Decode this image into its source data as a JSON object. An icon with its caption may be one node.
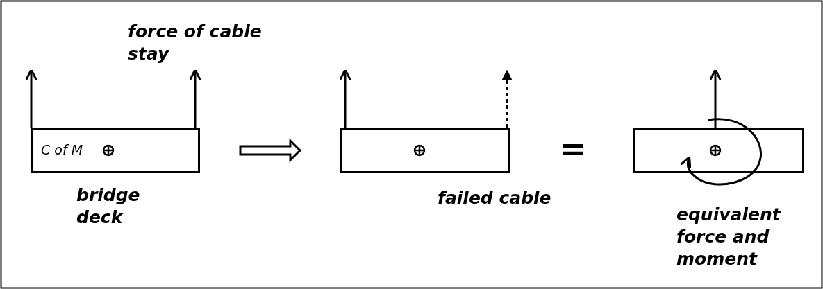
{
  "diagram": {
    "nodes": [
      {
        "text": [
          "C of M"
        ],
        "beside": [
          "bridge deck"
        ]
      },
      {
        "text": [],
        "shape": "box"
      },
      {
        "text": [],
        "shape": "box"
      }
    ],
    "edges": [
      {
        "from": 0,
        "to": 1,
        "arrow": "to"
      }
    ],
    "labels": [
      "force of cable stay",
      "failed cable",
      "=",
      "equivalent force and moment"
    ]
  }
}
